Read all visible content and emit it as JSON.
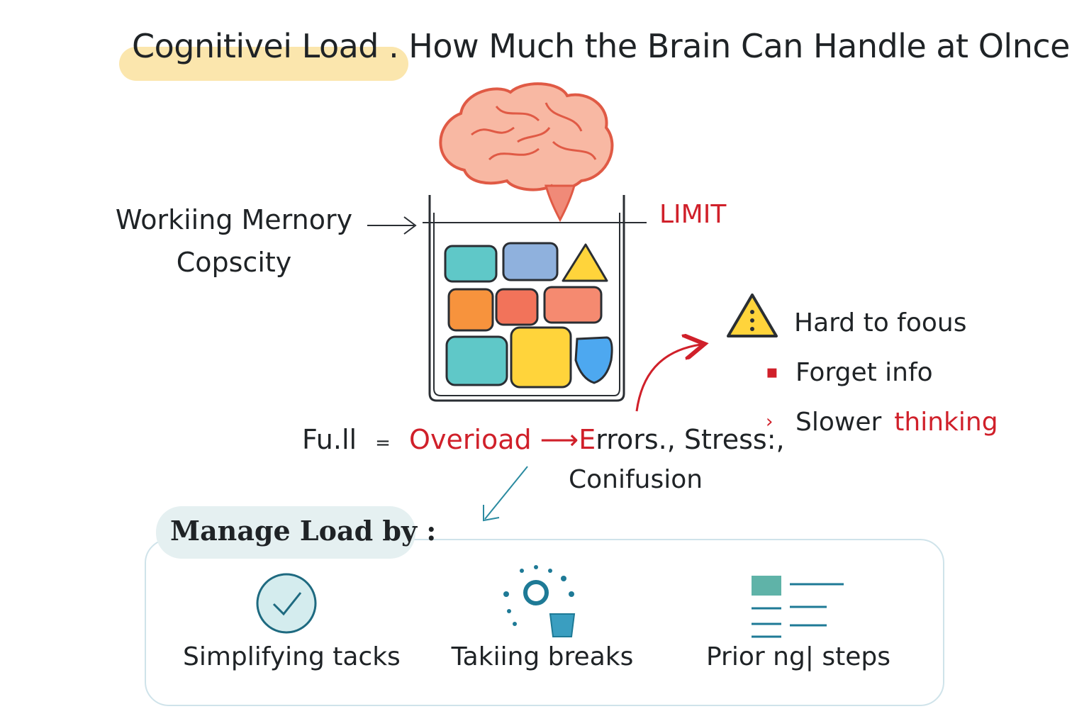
{
  "title": {
    "highlight": "Cognitivei Load .",
    "rest": "How Much the Brain Can Handle at Olnce"
  },
  "capacity_label": {
    "line1": "Workiing Mernory",
    "line2": "Copscity"
  },
  "limit_label": "LIMIT",
  "effects": [
    {
      "text": "Hard  to  foous",
      "icon": "warning-icon"
    },
    {
      "text": "Forget info",
      "icon": "bullet-icon"
    },
    {
      "text": "Slower",
      "highlight": "thinking",
      "icon": "chevron-right-icon"
    }
  ],
  "flow": {
    "full": "Fu.ll",
    "sep": "=",
    "overload": "Overioad",
    "arrow": "⟶",
    "first_e": "E",
    "consequences": "rrors., Stress:,",
    "line2": "Conifusion"
  },
  "manage": {
    "label": "Manage Load by :",
    "strategies": [
      {
        "label": "Simplifying tacks",
        "icon": "check-circle-icon"
      },
      {
        "label": "Takiing breaks",
        "icon": "break-cup-icon"
      },
      {
        "label": "Prior   ng| steps",
        "icon": "priority-list-icon"
      }
    ]
  },
  "colors": {
    "accent_red": "#d0202a",
    "title_highlight": "#fbe6ad",
    "teal": "#5fc8c8",
    "blue_slate": "#8fb1dd",
    "yellow": "#ffd43b",
    "orange": "#f7933d",
    "coral": "#f2735a",
    "salmon": "#f58a70",
    "sky": "#4da8f0",
    "brain": "#f8b8a3",
    "panel_border": "#cfe3ea",
    "icon_teal": "#1e6a80"
  }
}
